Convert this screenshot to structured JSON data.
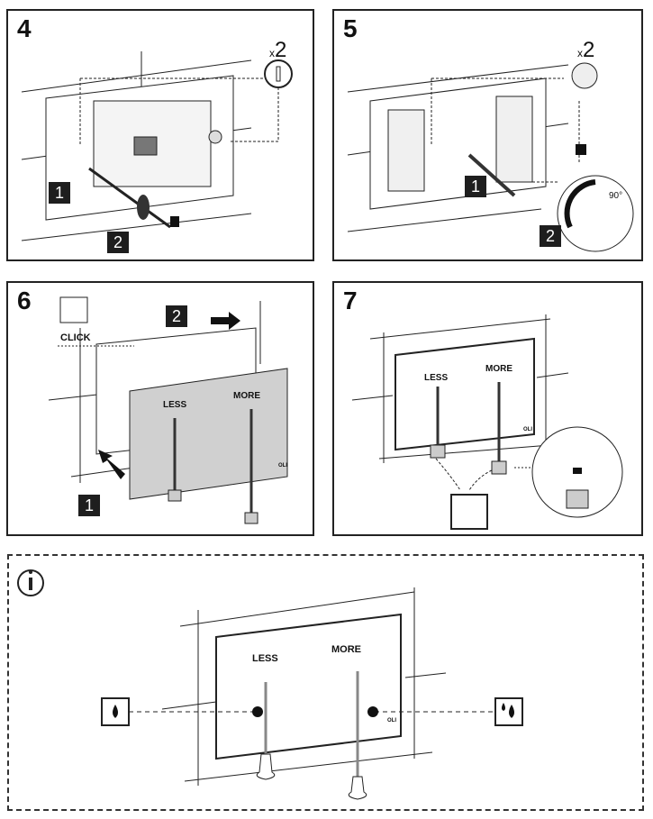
{
  "panels": [
    {
      "step": "4",
      "multiplier": "2",
      "multiplier_prefix": "x",
      "callouts": [
        "1",
        "2"
      ],
      "icon": "lock-icon"
    },
    {
      "step": "5",
      "multiplier": "2",
      "multiplier_prefix": "x",
      "callouts": [
        "1",
        "2"
      ],
      "angle": "90°",
      "icon": "lock-icon"
    },
    {
      "step": "6",
      "sound_label": "CLICK",
      "callouts": [
        "2",
        "1"
      ],
      "buttons": [
        "LESS",
        "MORE"
      ],
      "brand": "OLI"
    },
    {
      "step": "7",
      "buttons": [
        "LESS",
        "MORE"
      ],
      "brand": "OLI",
      "icon": "trash-bin-icon"
    }
  ],
  "info": {
    "icon": "info-icon",
    "buttons": [
      "LESS",
      "MORE"
    ],
    "brand": "OLI",
    "left_symbol": "single-drop-icon",
    "right_symbol": "multiple-drops-icon"
  }
}
